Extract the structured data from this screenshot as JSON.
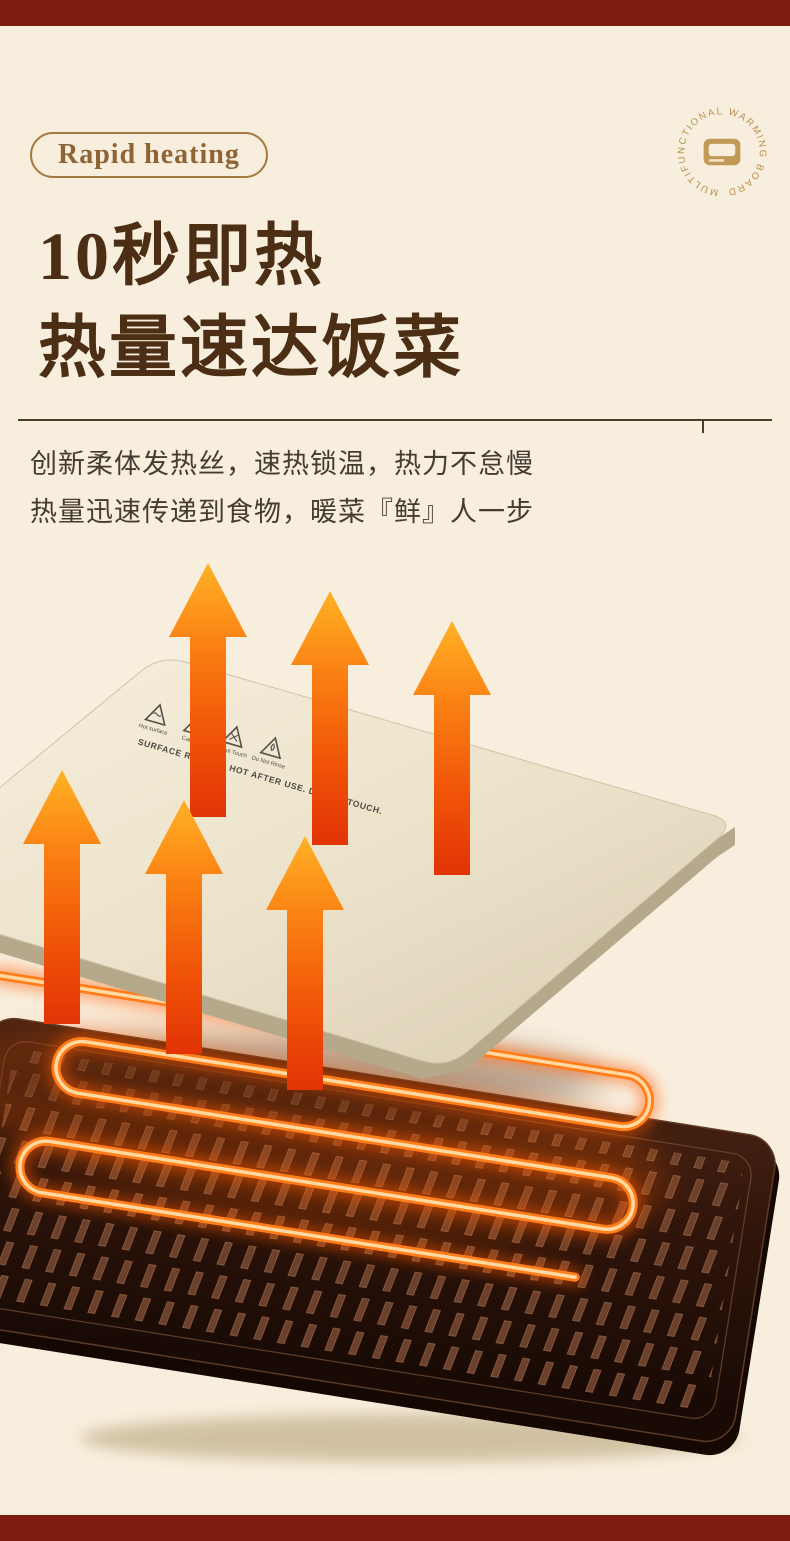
{
  "page": {
    "background": "#f8eedd",
    "band_color": "#7d1d12"
  },
  "header": {
    "badge_label": "Rapid heating",
    "stamp_text": "MULTIFUNCTIONAL WARMING BOARD",
    "title_line1": "10秒即热",
    "title_line2": "热量速达饭菜",
    "desc_line1": "创新柔体发热丝，速热锁温，热力不怠慢",
    "desc_line2": "热量迅速传递到食物，暖菜『鲜』人一步"
  },
  "plate_print": {
    "labels": [
      "Hot surface",
      "Caution",
      "Do Not Touch",
      "Do Not Rinse"
    ],
    "warning": "SURFACE REMAINS HOT AFTER USE. DO NOT TOUCH."
  },
  "colors": {
    "heading": "#4b2e14",
    "badge": "#8f6434",
    "stamp": "#b9904e",
    "body_text": "#443c33",
    "arrow_orange": "#fb8414",
    "coil_orange": "#ff7d1a",
    "plate_cream": "#ece2ca",
    "base_brown": "#30150b"
  }
}
